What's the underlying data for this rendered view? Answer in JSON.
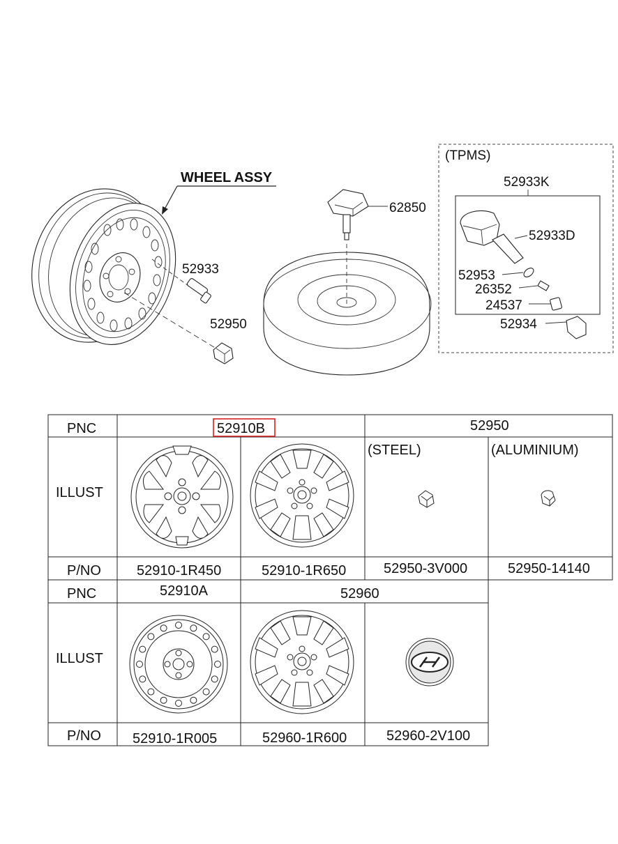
{
  "diagram": {
    "wheel_assy_label": "WHEEL ASSY",
    "tpms_label": "(TPMS)",
    "callouts": {
      "c52933": "52933",
      "c52950": "52950",
      "c62850": "62850",
      "c52933K": "52933K",
      "c52933D": "52933D",
      "c52953": "52953",
      "c26352": "26352",
      "c24537": "24537",
      "c52934": "52934"
    }
  },
  "table": {
    "row_labels": {
      "pnc": "PNC",
      "illust": "ILLUST",
      "pno": "P/NO"
    },
    "top": {
      "pnc_52910B": "52910B",
      "pnc_52950": "52950",
      "steel": "(STEEL)",
      "aluminium": "(ALUMINIUM)",
      "pno": [
        "52910-1R450",
        "52910-1R650",
        "52950-3V000",
        "52950-14140"
      ]
    },
    "bottom": {
      "pnc_52910A": "52910A",
      "pnc_52960": "52960",
      "pno": [
        "52910-1R005",
        "52960-1R600",
        "52960-2V100"
      ]
    }
  },
  "colors": {
    "highlight": "#d62020",
    "line": "#222222"
  },
  "icons": [
    "wheel-rim-steel",
    "alloy-wheel-icon",
    "lug-nut-icon",
    "hub-cap-emblem-icon",
    "tpms-sensor-icon",
    "spare-tire-icon",
    "hold-down-bolt-icon"
  ]
}
